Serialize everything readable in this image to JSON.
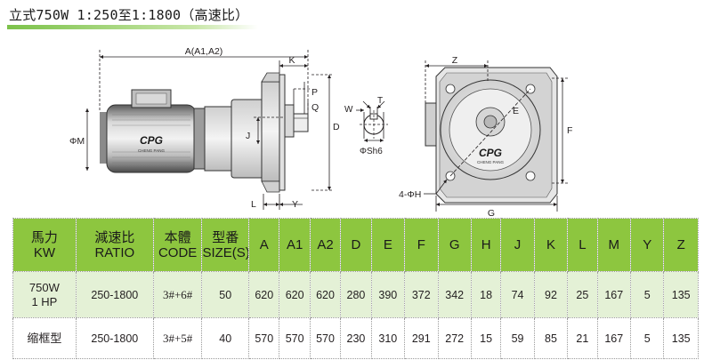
{
  "title": "立式750W 1:250至1:1800（高速比）",
  "drawing": {
    "brand": "CPG",
    "brand_sub": "CHENG PANG",
    "dim_labels": {
      "A": "A(A1,A2)",
      "K": "K",
      "P": "P",
      "Q": "Q",
      "D": "D",
      "J": "J",
      "M": "ΦM",
      "L": "L",
      "Y": "Y",
      "W": "W",
      "T": "T",
      "Sh": "ΦSh6",
      "Z": "Z",
      "E": "E",
      "F": "F",
      "G": "G",
      "H": "4-ΦH"
    }
  },
  "table": {
    "headers": [
      {
        "line1": "馬力",
        "line2": "KW"
      },
      {
        "line1": "減速比",
        "line2": "RATIO"
      },
      {
        "line1": "本體",
        "line2": "CODE"
      },
      {
        "line1": "型番",
        "line2": "SIZE(S)"
      },
      {
        "line1": "A",
        "line2": ""
      },
      {
        "line1": "A1",
        "line2": ""
      },
      {
        "line1": "A2",
        "line2": ""
      },
      {
        "line1": "D",
        "line2": ""
      },
      {
        "line1": "E",
        "line2": ""
      },
      {
        "line1": "F",
        "line2": ""
      },
      {
        "line1": "G",
        "line2": ""
      },
      {
        "line1": "H",
        "line2": ""
      },
      {
        "line1": "J",
        "line2": ""
      },
      {
        "line1": "K",
        "line2": ""
      },
      {
        "line1": "L",
        "line2": ""
      },
      {
        "line1": "M",
        "line2": ""
      },
      {
        "line1": "Y",
        "line2": ""
      },
      {
        "line1": "Z",
        "line2": ""
      }
    ],
    "rows": [
      {
        "model_line1": "750W",
        "model_line2": "1 HP",
        "ratio": "250-1800",
        "code": "3#+6#",
        "size": "50",
        "A": "620",
        "A1": "620",
        "A2": "620",
        "D": "280",
        "E": "390",
        "F": "372",
        "G": "342",
        "H": "18",
        "J": "74",
        "K": "92",
        "L": "25",
        "M": "167",
        "Y": "5",
        "Z": "135"
      },
      {
        "model_line1": "缩框型",
        "model_line2": "",
        "ratio": "250-1800",
        "code": "3#+5#",
        "size": "40",
        "A": "570",
        "A1": "570",
        "A2": "570",
        "D": "230",
        "E": "310",
        "F": "291",
        "G": "272",
        "H": "15",
        "J": "59",
        "K": "85",
        "L": "21",
        "M": "167",
        "Y": "5",
        "Z": "135"
      }
    ]
  }
}
